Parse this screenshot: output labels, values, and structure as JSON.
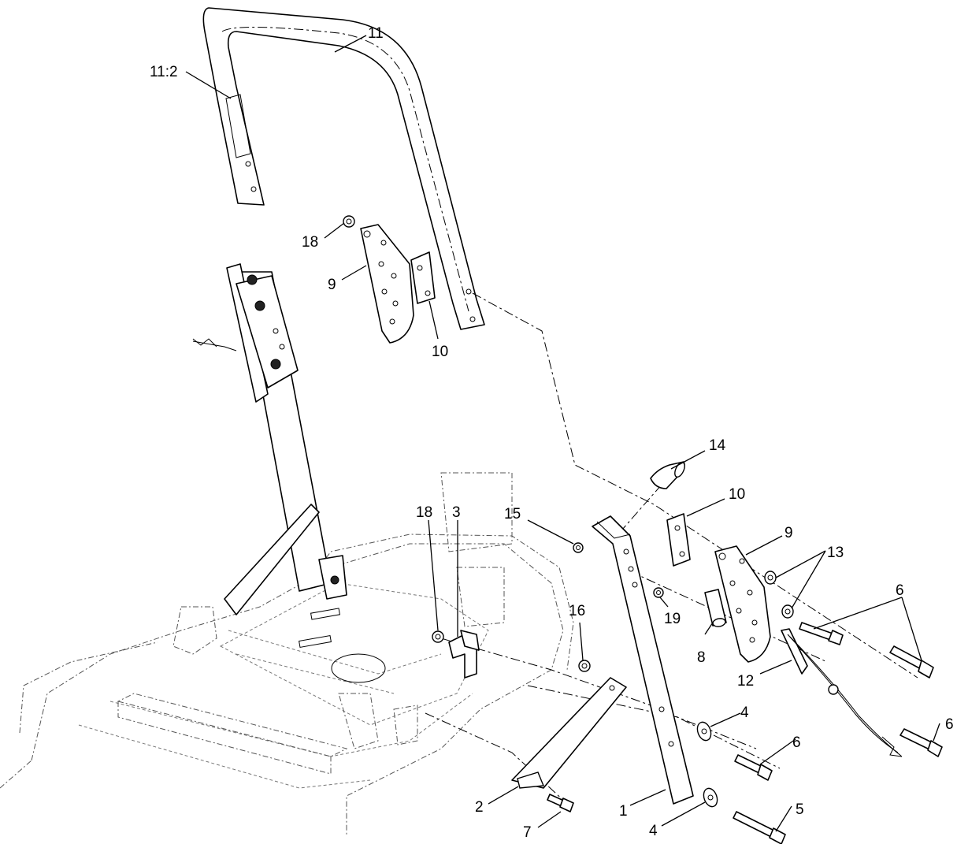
{
  "callouts": [
    {
      "id": "c1",
      "text": "1"
    },
    {
      "id": "c2",
      "text": "2"
    },
    {
      "id": "c3",
      "text": "3"
    },
    {
      "id": "c4a",
      "text": "4"
    },
    {
      "id": "c4b",
      "text": "4"
    },
    {
      "id": "c5",
      "text": "5"
    },
    {
      "id": "c6a",
      "text": "6"
    },
    {
      "id": "c6b",
      "text": "6"
    },
    {
      "id": "c6c",
      "text": "6"
    },
    {
      "id": "c7",
      "text": "7"
    },
    {
      "id": "c8",
      "text": "8"
    },
    {
      "id": "c9a",
      "text": "9"
    },
    {
      "id": "c9b",
      "text": "9"
    },
    {
      "id": "c10a",
      "text": "10"
    },
    {
      "id": "c10b",
      "text": "10"
    },
    {
      "id": "c11",
      "text": "11"
    },
    {
      "id": "c11_2",
      "text": "11:2"
    },
    {
      "id": "c12",
      "text": "12"
    },
    {
      "id": "c13",
      "text": "13"
    },
    {
      "id": "c14",
      "text": "14"
    },
    {
      "id": "c15",
      "text": "15"
    },
    {
      "id": "c16",
      "text": "16"
    },
    {
      "id": "c18a",
      "text": "18"
    },
    {
      "id": "c18b",
      "text": "18"
    },
    {
      "id": "c19",
      "text": "19"
    }
  ]
}
